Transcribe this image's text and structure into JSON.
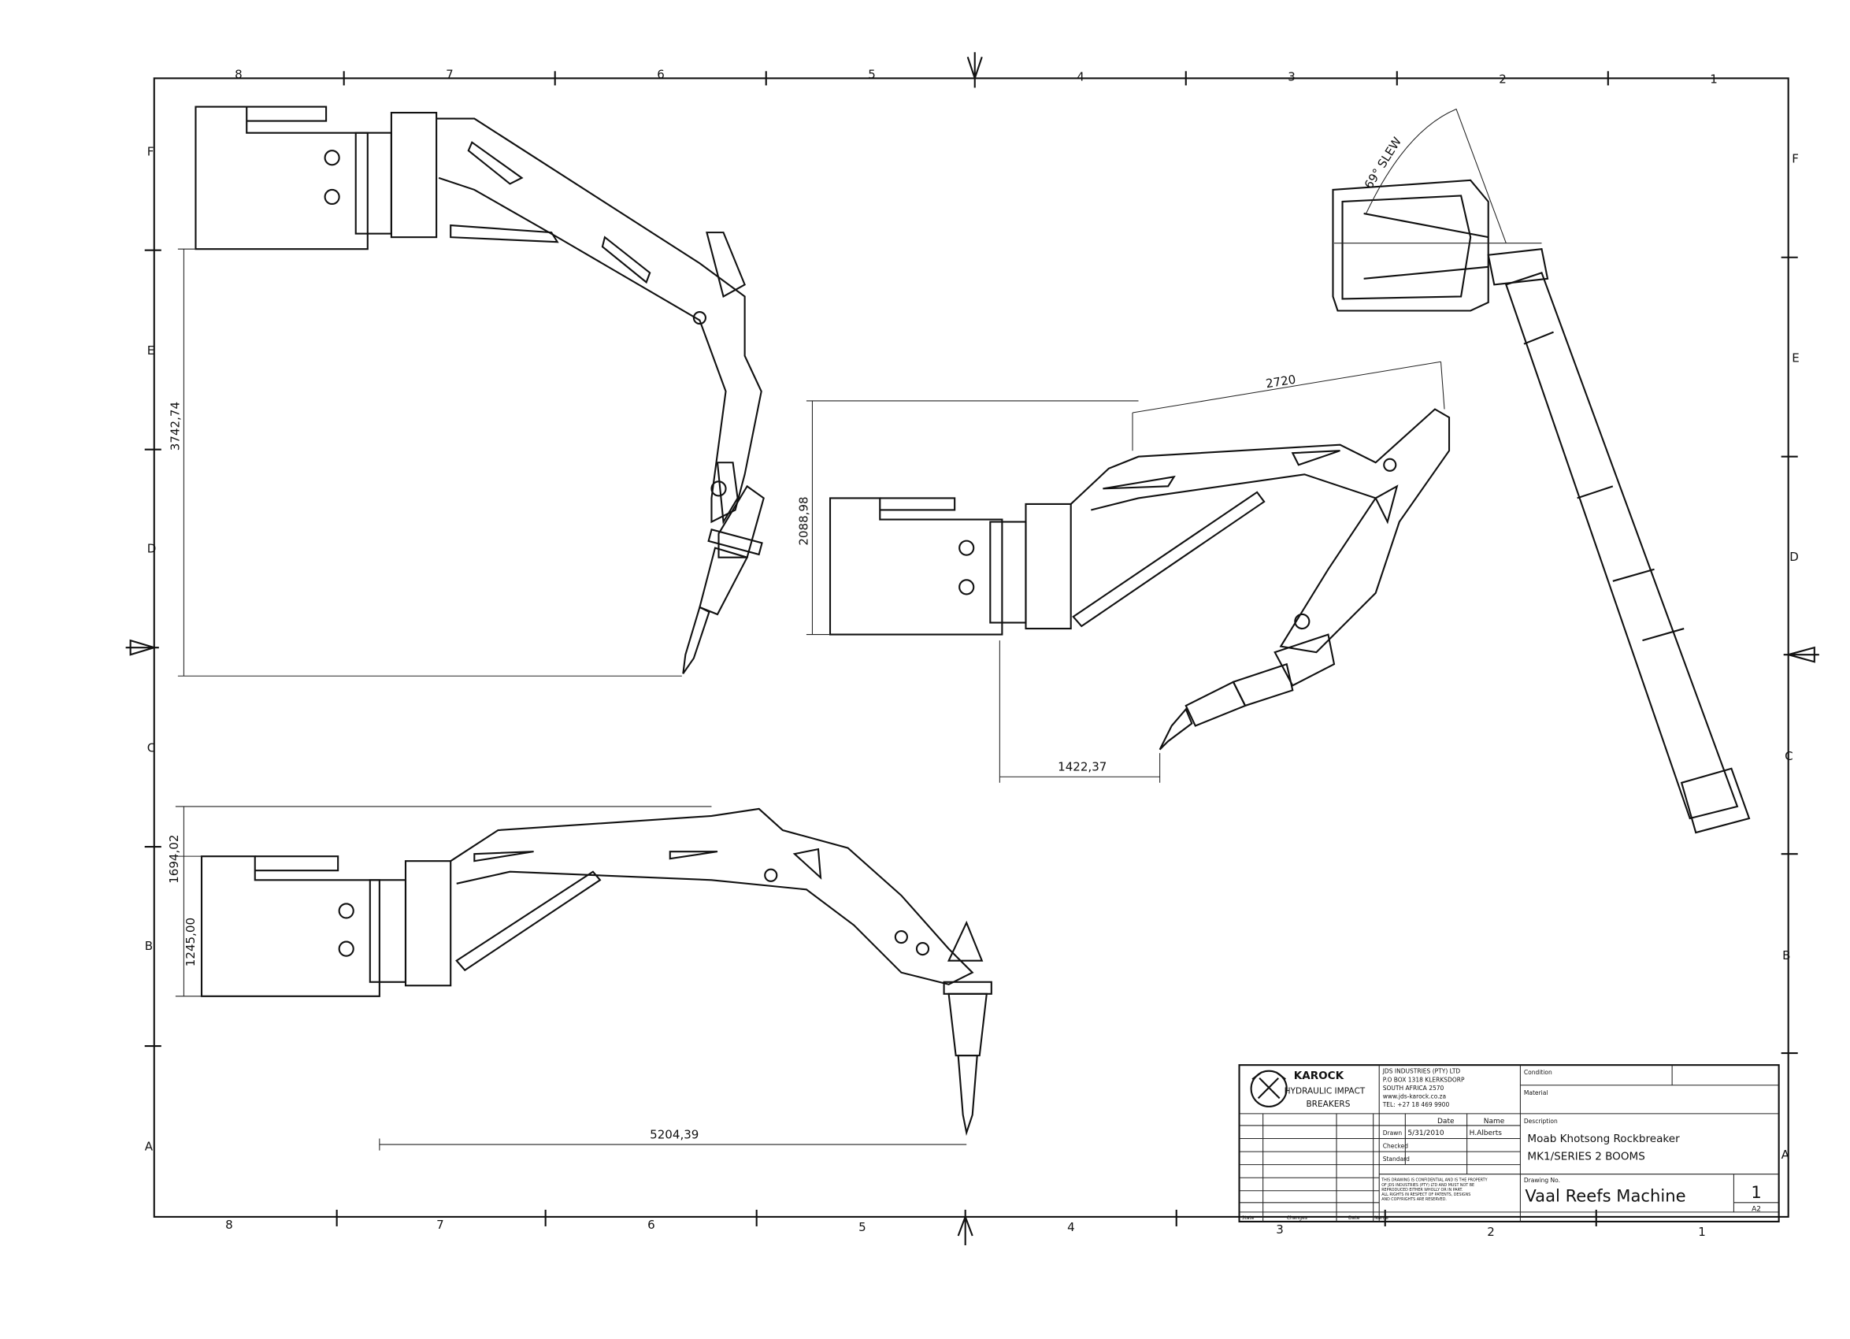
{
  "sheet": {
    "zone_columns_top": [
      "8",
      "7",
      "6",
      "5",
      "4",
      "3",
      "2",
      "1"
    ],
    "zone_columns_bottom": [
      "8",
      "7",
      "6",
      "5",
      "4",
      "3",
      "2",
      "1"
    ],
    "zone_rows_left": [
      "F",
      "E",
      "D",
      "C",
      "B",
      "A"
    ],
    "zone_rows_right": [
      "F",
      "E",
      "D",
      "C",
      "B",
      "A"
    ]
  },
  "dimensions": {
    "side_height": "3742,74",
    "mid_height": "2088,98",
    "mid_reach": "2720",
    "mid_offset": "1422,37",
    "low_top": "1694,02",
    "low_height": "1245,00",
    "low_reach": "5204,39",
    "slew": "69° SLEW"
  },
  "title_block": {
    "brand": "KAROCK",
    "brand_sub1": "HYDRAULIC IMPACT",
    "brand_sub2": "BREAKERS",
    "company": [
      "JDS INDUSTRIES (PTY) LTD",
      "P.O BOX 1318 KLERKSDORP",
      "SOUTH AFRICA 2570",
      "www.jds-karock.co.za",
      "TEL: +27 18 469 9900"
    ],
    "condition_label": "Condition",
    "material_label": "Material",
    "date_header": "Date",
    "name_header": "Name",
    "drawn_label": "Drawn",
    "drawn_date": "5/31/2010",
    "drawn_name": "H.Alberts",
    "checked_label": "Checked",
    "standard_label": "Standard",
    "description_label": "Description",
    "description_line1": "Moab Khotsong Rockbreaker",
    "description_line2": "MK1/SERIES 2 BOOMS",
    "confidential": [
      "THIS DRAWING IS CONFIDENTIAL AND IS THE PROPERTY",
      "OF JDS INDUSTRIES (PTY) LTD AND MUST NOT BE",
      "REPRODUCED EITHER WHOLLY OR IN PART.",
      "ALL RIGHTS IN RESPECT OF PATENTS, DESIGNS",
      "AND COPYRIGHTS ARE RESERVED."
    ],
    "drawing_no_label": "Drawing No.",
    "drawing_no": "Vaal Reefs Machine",
    "sheet_number": "1",
    "sheet_size": "A2",
    "state_label": "State",
    "changes_label": "Changes",
    "rev_date_label": "Date",
    "rev_name_label": "Name"
  }
}
